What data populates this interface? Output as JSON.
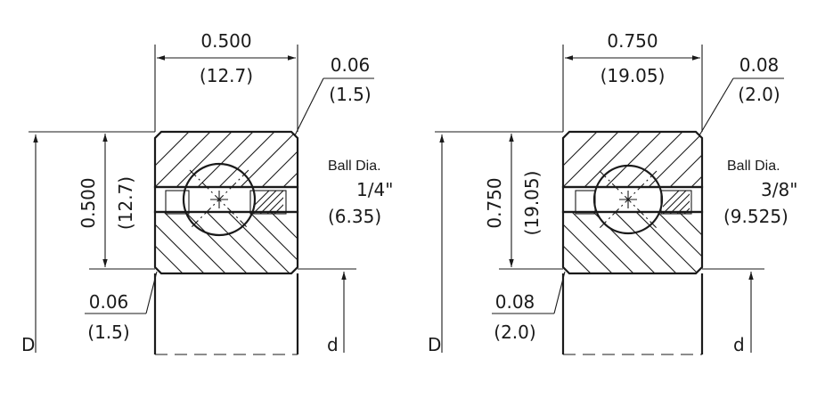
{
  "bearings": [
    {
      "width_in": "0.500",
      "width_mm": "(12.7)",
      "height_in": "0.500",
      "height_mm": "(12.7)",
      "chamfer_top_in": "0.06",
      "chamfer_top_mm": "(1.5)",
      "chamfer_bottom_in": "0.06",
      "chamfer_bottom_mm": "(1.5)",
      "ball_label": "Ball Dia.",
      "ball_in": "1/4\"",
      "ball_mm": "(6.35)",
      "outer_label": "D",
      "inner_label": "d"
    },
    {
      "width_in": "0.750",
      "width_mm": "(19.05)",
      "height_in": "0.750",
      "height_mm": "(19.05)",
      "chamfer_top_in": "0.08",
      "chamfer_top_mm": "(2.0)",
      "chamfer_bottom_in": "0.08",
      "chamfer_bottom_mm": "(2.0)",
      "ball_label": "Ball Dia.",
      "ball_in": "3/8\"",
      "ball_mm": "(9.525)",
      "outer_label": "D",
      "inner_label": "d"
    }
  ]
}
